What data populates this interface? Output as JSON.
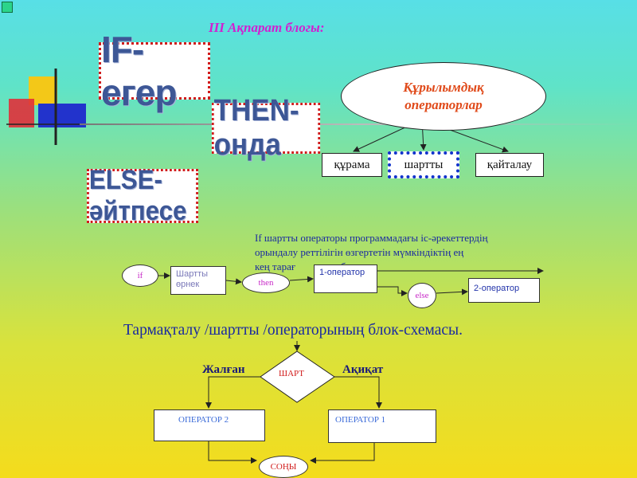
{
  "section_title": "III Ақпарат блогы:",
  "keywords": {
    "if": "IF-егер",
    "then": "THEN-онда",
    "else": "ELSE-әйтпесе"
  },
  "structure": {
    "root": [
      "Құрылымдық",
      "операторлар"
    ],
    "children": [
      "құрама",
      "шартты",
      "қайталау"
    ]
  },
  "description": [
    "If  шартты операторы программадағы іс-әрекеттердің",
    "орындалу реттілігін өзгертетін мүмкіндіктің ең",
    "кең тарағ        ып табылады."
  ],
  "flow_top": {
    "if": "if",
    "condition": "Шартты өрнек",
    "then": "then",
    "operator1": "1-оператор",
    "else": "else",
    "operator2": "2-оператор"
  },
  "caption": "Тармақталу /шартты /операторының блок-схемасы.",
  "flow_block": {
    "false_label": "Жалған",
    "true_label": "Ақиқат",
    "condition": "ШАРТ",
    "operator2": "ОПЕРАТОР 2",
    "operator1": "ОПЕРАТОР 1",
    "end": "СОҢЫ"
  },
  "colors": {
    "keyword_border": "#d01b1b",
    "keyword_text": "#3d5796",
    "title": "#d11fd1",
    "root_text": "#e04a1a",
    "text_blue": "#1a2aa0"
  }
}
